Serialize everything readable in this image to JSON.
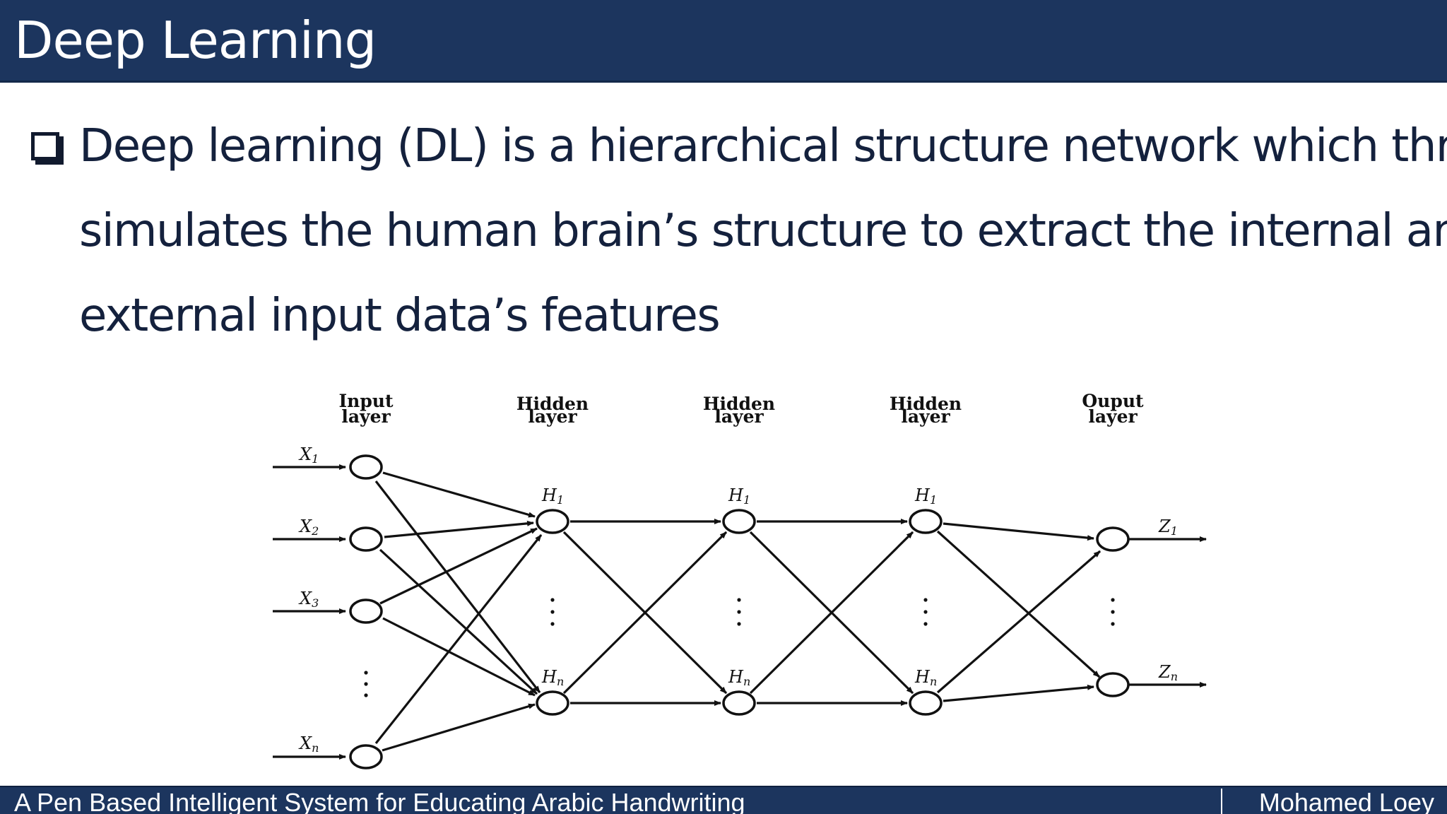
{
  "slide": {
    "title": "Deep Learning",
    "bullet": {
      "lines": [
        "Deep learning (DL) is a hierarchical structure network which through",
        "simulates the human brain’s structure to extract the internal and",
        "external input data’s features"
      ]
    }
  },
  "diagram": {
    "layers": [
      {
        "label_line1": "Input",
        "label_line2": "layer",
        "nodes": [
          "X",
          "X",
          "X",
          "X"
        ],
        "node_subs": [
          "1",
          "2",
          "3",
          "n"
        ]
      },
      {
        "label_line1": "Hidden",
        "label_line2": "layer",
        "nodes": [
          "H",
          "H"
        ],
        "node_subs": [
          "1",
          "n"
        ]
      },
      {
        "label_line1": "Hidden",
        "label_line2": "layer",
        "nodes": [
          "H",
          "H"
        ],
        "node_subs": [
          "1",
          "n"
        ]
      },
      {
        "label_line1": "Hidden",
        "label_line2": "layer",
        "nodes": [
          "H",
          "H"
        ],
        "node_subs": [
          "1",
          "n"
        ]
      },
      {
        "label_line1": "Ouput",
        "label_line2": "layer",
        "nodes": [
          "Z",
          "Z"
        ],
        "node_subs": [
          "1",
          "n"
        ]
      }
    ]
  },
  "footer": {
    "left": "A Pen Based Intelligent System for Educating Arabic Handwriting",
    "right": "Mohamed Loey"
  },
  "colors": {
    "header_bg": "#1c355e",
    "body_text": "#14213d",
    "diagram_ink": "#111111"
  }
}
